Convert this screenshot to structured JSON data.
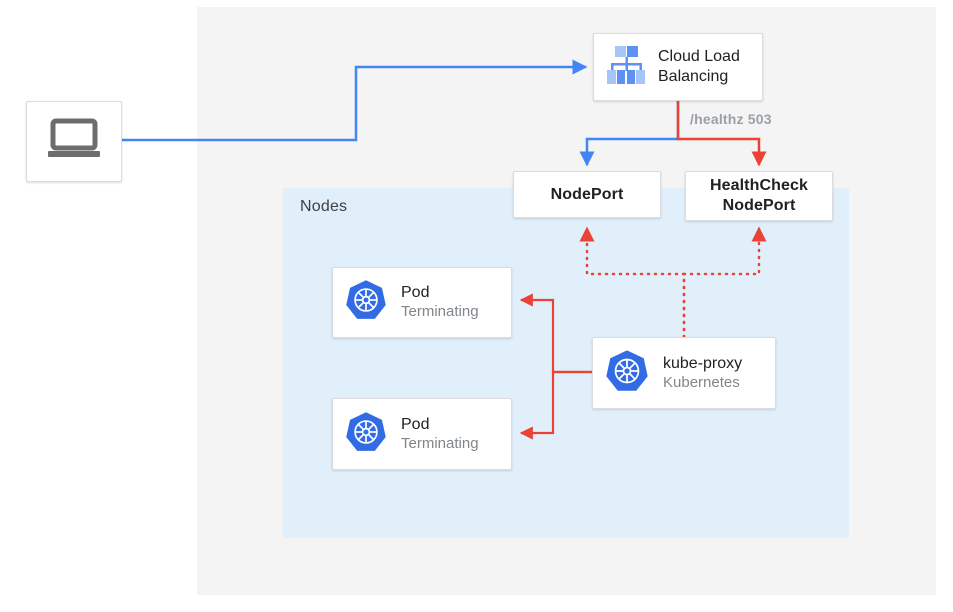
{
  "diagram": {
    "region_label": "Nodes",
    "edge_label": "/healthz 503",
    "colors": {
      "blue_traffic": "#4285f4",
      "red_health": "#ea4335",
      "panel_bg": "#f4f4f4",
      "nodes_bg": "#e1effb",
      "k8s_blue": "#326ce5",
      "muted_text": "#80868b"
    },
    "nodes": {
      "client": {
        "icon": "laptop-icon"
      },
      "cloud_load_balancing": {
        "title": "Cloud Load",
        "title_line2": "Balancing",
        "icon": "load-balancer-icon"
      },
      "nodeport": {
        "title": "NodePort"
      },
      "healthcheck_nodeport": {
        "title": "HealthCheck",
        "title_line2": "NodePort"
      },
      "pod1": {
        "title": "Pod",
        "subtitle": "Terminating",
        "icon": "kubernetes-icon"
      },
      "pod2": {
        "title": "Pod",
        "subtitle": "Terminating",
        "icon": "kubernetes-icon"
      },
      "kube_proxy": {
        "title": "kube-proxy",
        "subtitle": "Kubernetes",
        "icon": "kubernetes-icon"
      }
    }
  }
}
